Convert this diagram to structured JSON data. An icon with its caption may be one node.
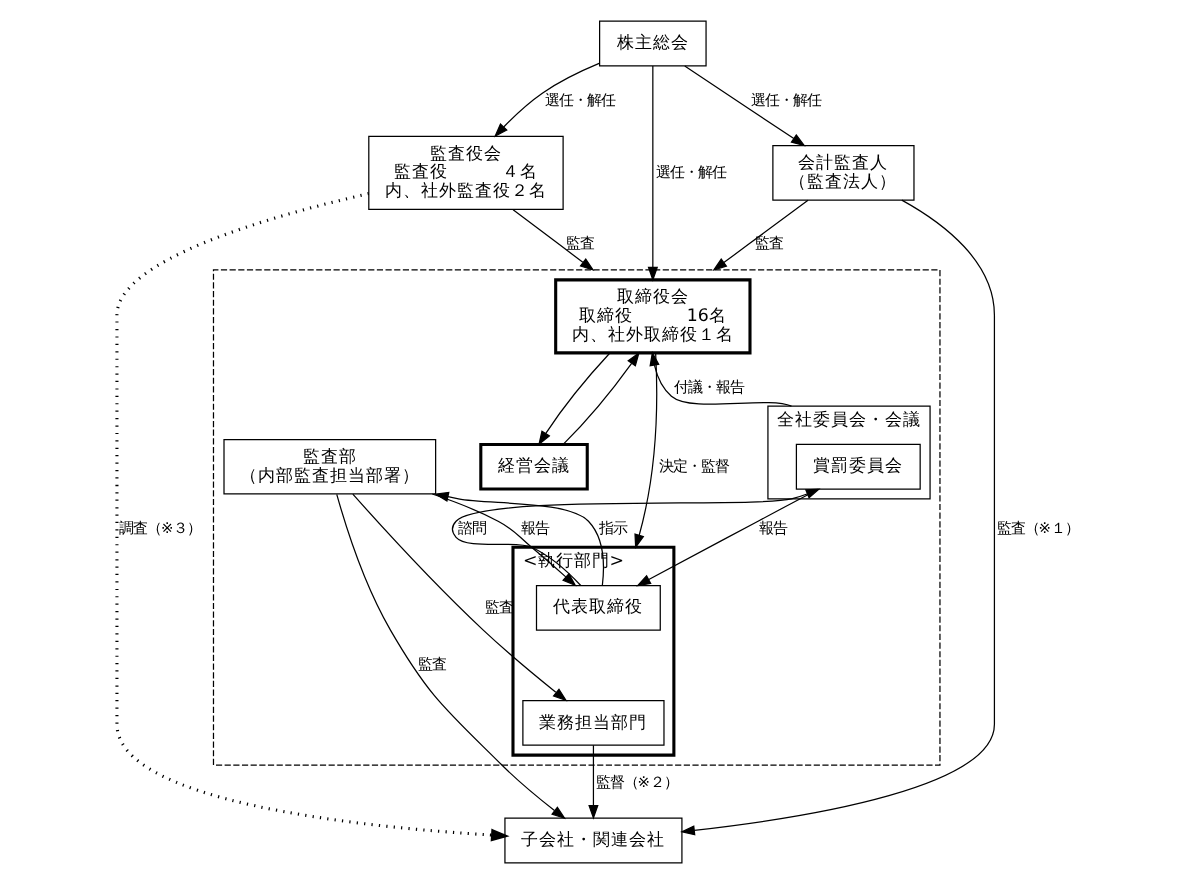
{
  "diagram": {
    "nodes": [
      {
        "text": [
          "株主総会"
        ]
      },
      {
        "text": [
          "監査役会",
          "監査役　　　４名",
          "内、社外監査役２名"
        ]
      },
      {
        "text": [],
        "shape": "box"
      },
      {
        "text": [
          "取締役会",
          "取締役　　　16名",
          "内、社外取締役１名"
        ],
        "in": 2
      },
      {
        "text": [
          "経営会議"
        ],
        "in": 2
      },
      {
        "text": [
          "会計監査人",
          "（監査法人）"
        ]
      },
      {
        "text": [
          "全社委員会・会議"
        ],
        "in": 2
      },
      {
        "text": [
          "賞罰委員会"
        ],
        "in": 6
      },
      {
        "text": [
          "<執行部門>"
        ],
        "in": 2
      },
      {
        "text": [
          "代表取締役"
        ],
        "in": 8
      },
      {
        "text": [
          "業務担当部門"
        ],
        "in": 8
      },
      {
        "text": [
          "監査部",
          "（内部監査担当部署）"
        ],
        "in": 2
      },
      {
        "text": [
          "子会社・関連会社"
        ]
      }
    ],
    "edges": [
      {
        "from": 0,
        "to": 1,
        "arrow": "to",
        "label": "選任・解任"
      },
      {
        "from": 0,
        "to": 3,
        "arrow": "to",
        "label": "選任・解任"
      },
      {
        "from": 0,
        "to": 5,
        "arrow": "to",
        "label": "選任・解任"
      },
      {
        "from": 1,
        "to": 2,
        "arrow": "to",
        "label": "監査"
      },
      {
        "from": 5,
        "to": 2,
        "arrow": "to",
        "label": "監査"
      },
      {
        "from": 6,
        "to": 2,
        "arrow": "to",
        "label": "付議・報告"
      },
      {
        "from": 3,
        "to": 8,
        "arrow": "to",
        "label": "決定・監督"
      },
      {
        "from": 4,
        "to": 3,
        "arrow": "to"
      },
      {
        "from": 3,
        "to": 4,
        "arrow": "to"
      },
      {
        "from": 9,
        "to": 7,
        "arrow": "to",
        "label": "諮問"
      },
      {
        "from": 7,
        "to": 9,
        "arrow": "to",
        "label": "報告"
      },
      {
        "from": 9,
        "to": 11,
        "arrow": "to",
        "label": "指示"
      },
      {
        "from": 11,
        "to": 9,
        "arrow": "to",
        "label": "報告"
      },
      {
        "from": 11,
        "to": 10,
        "arrow": "to",
        "label": "監査"
      },
      {
        "from": 10,
        "to": 12,
        "arrow": "to",
        "label": "監督（※２）"
      },
      {
        "from": 11,
        "to": 12,
        "arrow": "to",
        "label": "監査"
      },
      {
        "from": 5,
        "to": 12,
        "arrow": "to",
        "label": "監査（※１）"
      },
      {
        "from": 1,
        "to": 12,
        "arrow": "to",
        "label": "調査（※３）",
        "style": "dashed"
      }
    ]
  }
}
